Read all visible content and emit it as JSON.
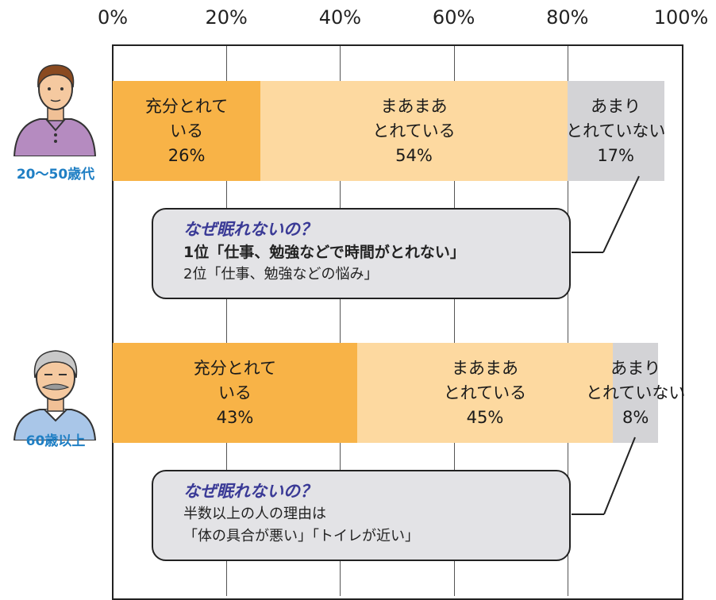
{
  "chart_data": {
    "type": "bar",
    "orientation": "horizontal",
    "stacked": true,
    "xlim": [
      0,
      100
    ],
    "x_ticks": [
      "0%",
      "20%",
      "40%",
      "60%",
      "80%",
      "100%"
    ],
    "grid": true,
    "categories": [
      "20〜50歳代",
      "60歳以上"
    ],
    "series": [
      {
        "name": "充分とれている",
        "label_lines": [
          "充分とれて",
          "いる"
        ],
        "color": "#f8b347",
        "values": [
          26,
          43
        ],
        "value_labels": [
          "26%",
          "43%"
        ]
      },
      {
        "name": "まあまあとれている",
        "label_lines": [
          "まあまあ",
          "とれている"
        ],
        "color": "#fdd9a0",
        "values": [
          54,
          45
        ],
        "value_labels": [
          "54%",
          "45%"
        ]
      },
      {
        "name": "あまりとれていない",
        "label_lines": [
          "あまり",
          "とれていない"
        ],
        "color": "#d3d3d6",
        "values": [
          17,
          8
        ],
        "value_labels": [
          "17%",
          "8%"
        ]
      }
    ]
  },
  "groups": [
    {
      "label": "20〜50歳代",
      "avatar_icon": "young-man-icon",
      "callout": {
        "question": "なぜ眠れないの？",
        "lines": [
          {
            "text": "1位「仕事、勉強などで時間がとれない」",
            "bold": true
          },
          {
            "text": "2位「仕事、勉強などの悩み」",
            "bold": false
          }
        ]
      }
    },
    {
      "label": "60歳以上",
      "avatar_icon": "elderly-man-icon",
      "callout": {
        "question": "なぜ眠れないの？",
        "lines": [
          {
            "text": "半数以上の人の理由は",
            "bold": false
          },
          {
            "text": "「体の具合が悪い」「トイレが近い」",
            "bold": false
          }
        ]
      }
    }
  ],
  "colors": {
    "group_label": "#1f7fc4",
    "question_text": "#3a3a96",
    "callout_fill": "#e3e3e6"
  }
}
